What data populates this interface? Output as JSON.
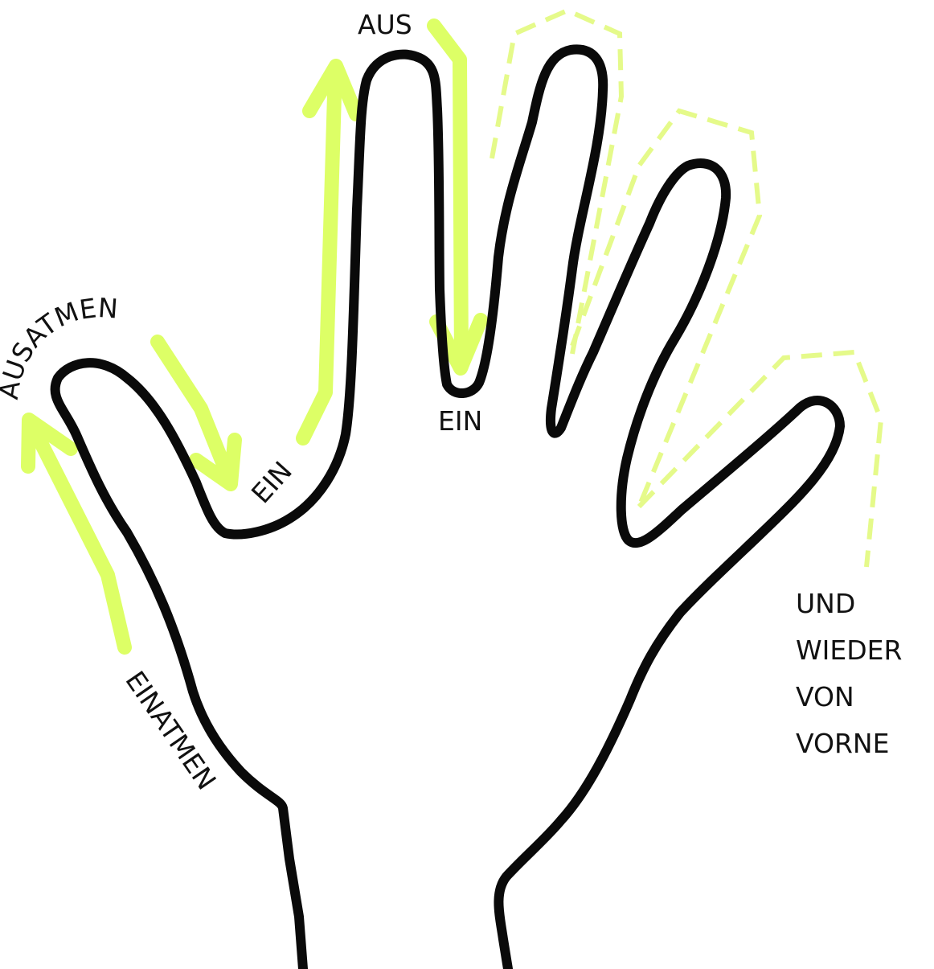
{
  "colors": {
    "arrow": "#ddff66",
    "dash": "#e5fa8a",
    "outline": "#0a0a0a",
    "text": "#111111"
  },
  "labels": {
    "einatmen": "EINATMEN",
    "ausatmen": "AUSATMEN",
    "ein_thumb": "EIN",
    "aus": "AUS",
    "ein_finger": "EIN",
    "repeat": [
      "UND",
      "WIEDER",
      "VON",
      "VORNE"
    ]
  }
}
